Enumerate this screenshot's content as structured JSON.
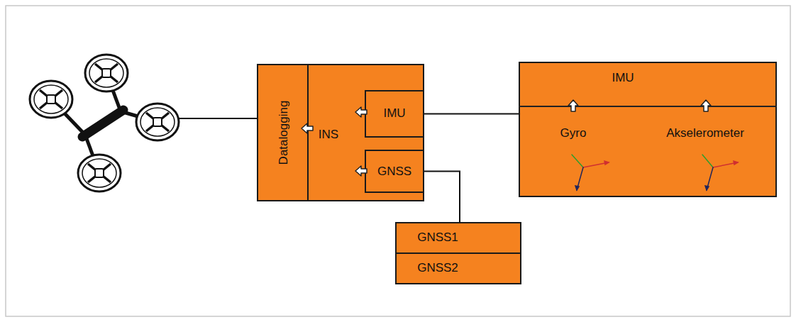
{
  "diagram": {
    "nodes": [
      {
        "text": [
          "INS"
        ]
      },
      {
        "text": [
          "Datalogging"
        ],
        "in": 0
      },
      {
        "text": [
          "IMU"
        ],
        "in": 0
      },
      {
        "text": [
          "GNSS"
        ],
        "in": 0
      },
      {
        "text": [
          "IMU"
        ]
      },
      {
        "text": [
          "GNSS1"
        ]
      },
      {
        "text": [
          "GNSS2"
        ]
      }
    ],
    "edges": [
      {
        "from": 2,
        "to": 4,
        "arrow": "none"
      },
      {
        "from": 3,
        "to": 5,
        "arrow": "none"
      }
    ],
    "labels": [
      "Gyro",
      "Akselerometer"
    ]
  }
}
